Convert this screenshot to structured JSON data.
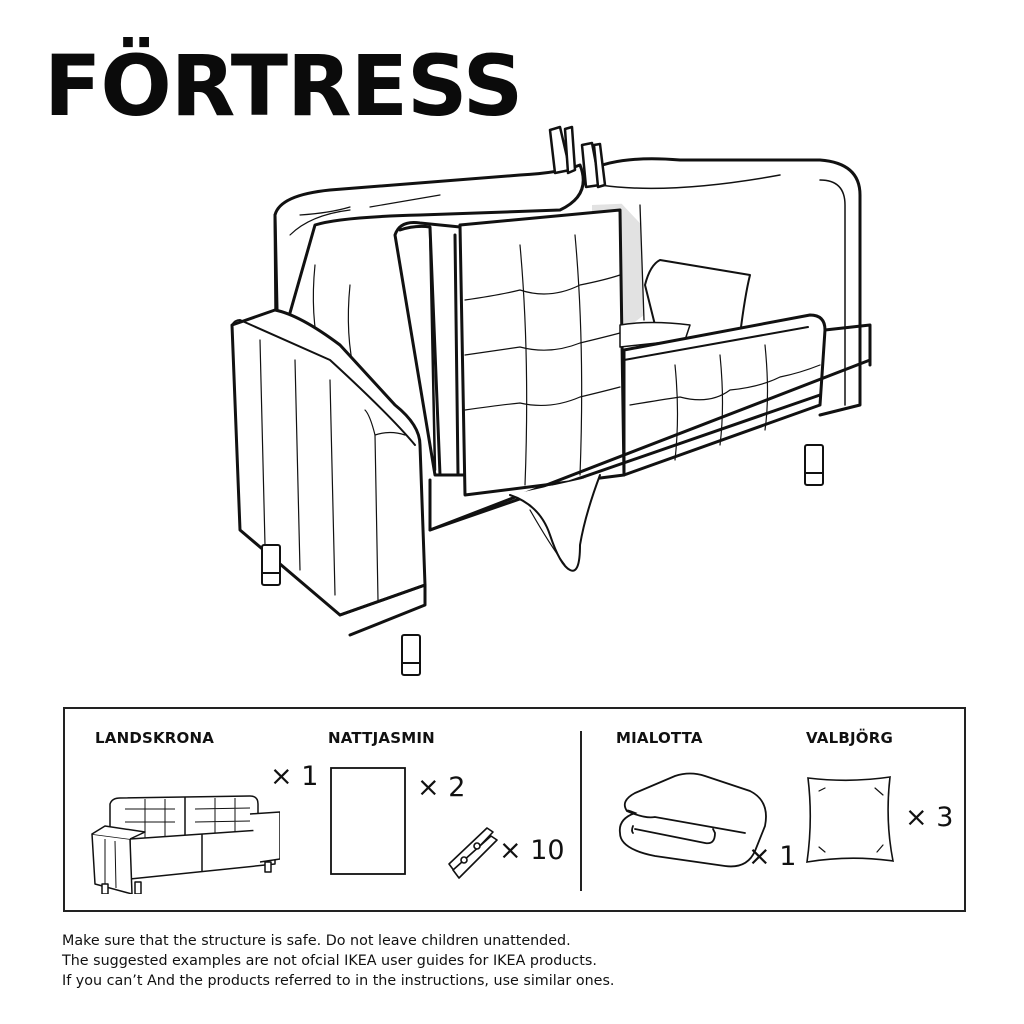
{
  "title": "FÖRTRESS",
  "illustration": {
    "description": "Sofa draped with two sheets held by clothespins forming a fort, with pillows inside",
    "icons": [
      "sofa-fort-illustration",
      "clothespin-icon",
      "pillow-icon",
      "sheet-icon"
    ]
  },
  "parts": [
    {
      "name": "LANDSKRONA",
      "quantity": "× 1",
      "icon": "sofa-icon"
    },
    {
      "name": "NATTJASMIN",
      "quantity": "× 2",
      "icon": "sheet-icon"
    },
    {
      "name": "",
      "quantity": "× 10",
      "icon": "clothespin-icon"
    },
    {
      "name": "MIALOTTA",
      "quantity": "× 1",
      "icon": "folded-blanket-icon"
    },
    {
      "name": "VALBJÖRG",
      "quantity": "× 3",
      "icon": "pillow-icon"
    }
  ],
  "footer": {
    "lines": [
      "Make sure that the structure is safe.  Do not leave children unattended.",
      "The suggested examples are not ofcial IKEA user guides for IKEA products.",
      "If you can’t And the products referred to in the instructions, use similar ones."
    ]
  },
  "colors": {
    "ink": "#111111",
    "background": "#ffffff",
    "shade": "#e0e0e0"
  }
}
